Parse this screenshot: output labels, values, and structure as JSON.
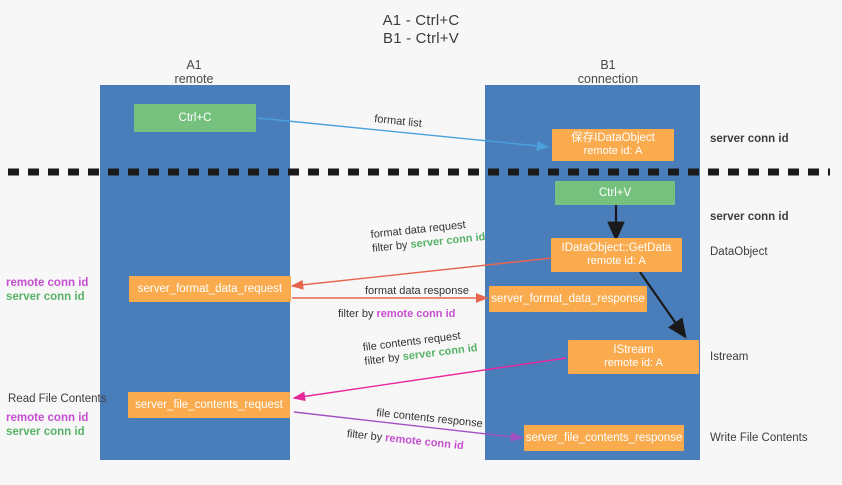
{
  "title": {
    "line1": "A1 - Ctrl+C",
    "line2": "B1 - Ctrl+V"
  },
  "colors": {
    "lane": "#4a7ebb",
    "green_node": "#77c17e",
    "orange_node": "#f9ab4e",
    "server_conn_id": "#58b368",
    "remote_conn_id": "#c44fd0",
    "blue_arrow": "#4a9fdc",
    "red_arrow": "#e8654f",
    "magenta_arrow": "#e8279c",
    "purple_arrow": "#a24fc4",
    "black_arrow": "#1a1a1a",
    "background": "#f7f7f7"
  },
  "columns": [
    {
      "name": "A1",
      "sub": "remote"
    },
    {
      "name": "B1",
      "sub": "connection"
    }
  ],
  "nodes": {
    "ctrl_c": {
      "label": "Ctrl+C"
    },
    "save_dataobject": {
      "line1": "保存IDataObject",
      "line2": "remote id: A"
    },
    "ctrl_v": {
      "label": "Ctrl+V"
    },
    "getdata": {
      "line1": "IDataObject::GetData",
      "line2": "remote id: A"
    },
    "istream": {
      "line1": "IStream",
      "line2": "remote id: A"
    },
    "format_data_request": {
      "label": "server_format_data_request"
    },
    "format_data_response": {
      "label": "server_format_data_response"
    },
    "file_contents_request": {
      "label": "server_file_contents_request"
    },
    "file_contents_response": {
      "label": "server_file_contents_response"
    }
  },
  "edges": {
    "format_list": {
      "label": "format list"
    },
    "format_data_request": {
      "line1": "format data request",
      "line2_prefix": "filter by ",
      "line2_key": "server conn id"
    },
    "format_data_response": {
      "line1": "format data response",
      "line2_prefix": "filter by ",
      "line2_key": "remote conn id"
    },
    "file_contents_request": {
      "line1": "file contents request",
      "line2_prefix": "filter by ",
      "line2_key": "server conn id"
    },
    "file_contents_response": {
      "line1": "file contents response",
      "line2_prefix": "filter by ",
      "line2_key": "remote conn id"
    }
  },
  "right_labels": {
    "server_conn_id_top": "server conn id",
    "server_conn_id_mid": "server conn id",
    "dataobject": "DataObject",
    "istream": "Istream",
    "write_file_contents": "Write File Contents"
  },
  "left_labels": {
    "legend_top": {
      "remote": "remote conn id",
      "server": "server conn id"
    },
    "read_file_contents": "Read File Contents",
    "legend_bottom": {
      "remote": "remote conn id",
      "server": "server conn id"
    }
  }
}
